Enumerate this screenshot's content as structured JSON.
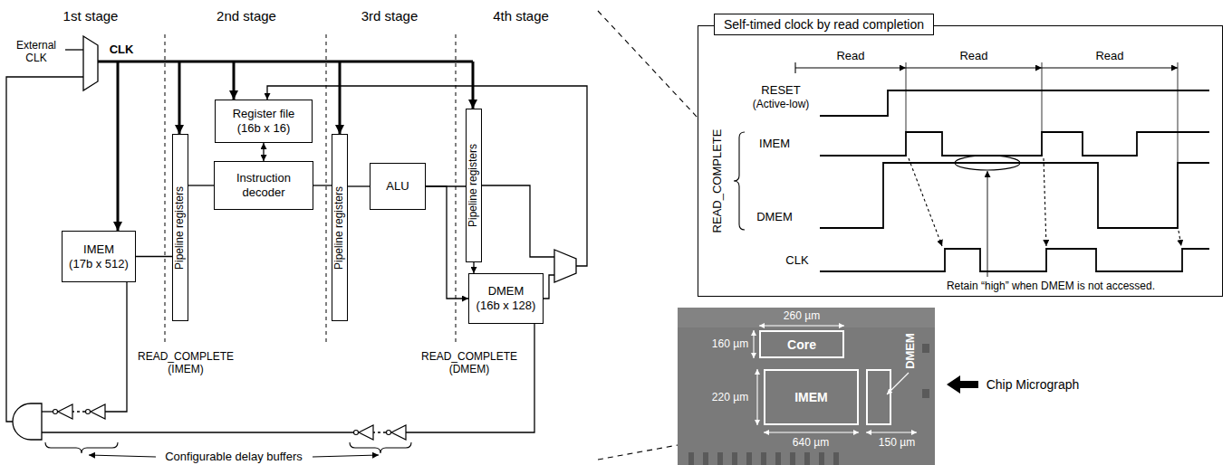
{
  "diagram": {
    "nodes": [
      {
        "text": [
          "IMEM",
          "(17b x 512)"
        ]
      },
      {
        "text": [
          "Pipeline registers"
        ]
      },
      {
        "text": [
          "Register file",
          "(16b x 16)"
        ]
      },
      {
        "text": [
          "Instruction decoder"
        ]
      },
      {
        "text": [
          "Pipeline registers"
        ]
      },
      {
        "text": [
          "ALU"
        ]
      },
      {
        "text": [
          "Pipeline registers"
        ]
      },
      {
        "text": [
          "DMEM",
          "(16b x 128)"
        ]
      },
      {
        "text": [
          "Self-timed clock by read completion"
        ]
      },
      {
        "text": [
          "Core"
        ]
      },
      {
        "text": [
          "IMEM"
        ]
      },
      {
        "text": [
          "DMEM"
        ]
      }
    ],
    "edges": [
      {
        "from": 0,
        "to": 1,
        "arrow": "none"
      },
      {
        "from": 1,
        "to": 3,
        "arrow": "none"
      },
      {
        "from": 2,
        "to": 3,
        "arrow": "both"
      },
      {
        "from": 3,
        "to": 4,
        "arrow": "none"
      },
      {
        "from": 4,
        "to": 5,
        "arrow": "none"
      },
      {
        "from": 5,
        "to": 6,
        "arrow": "none"
      },
      {
        "from": 5,
        "to": 7,
        "arrow": "to"
      },
      {
        "from": 6,
        "to": 7,
        "arrow": "to"
      }
    ],
    "labels": [
      "1st stage",
      "2nd stage",
      "3rd stage",
      "4th stage",
      "External CLK",
      "CLK",
      "READ_COMPLETE (IMEM)",
      "READ_COMPLETE (DMEM)",
      "Configurable delay buffers",
      "Read",
      "Read",
      "Read",
      "RESET",
      "(Active-low)",
      "READ_COMPLETE",
      "IMEM",
      "DMEM",
      "CLK",
      "Retain “high” when DMEM is not accessed.",
      "260 µm",
      "160 µm",
      "220 µm",
      "640 µm",
      "150 µm",
      "Chip Micrograph"
    ]
  }
}
